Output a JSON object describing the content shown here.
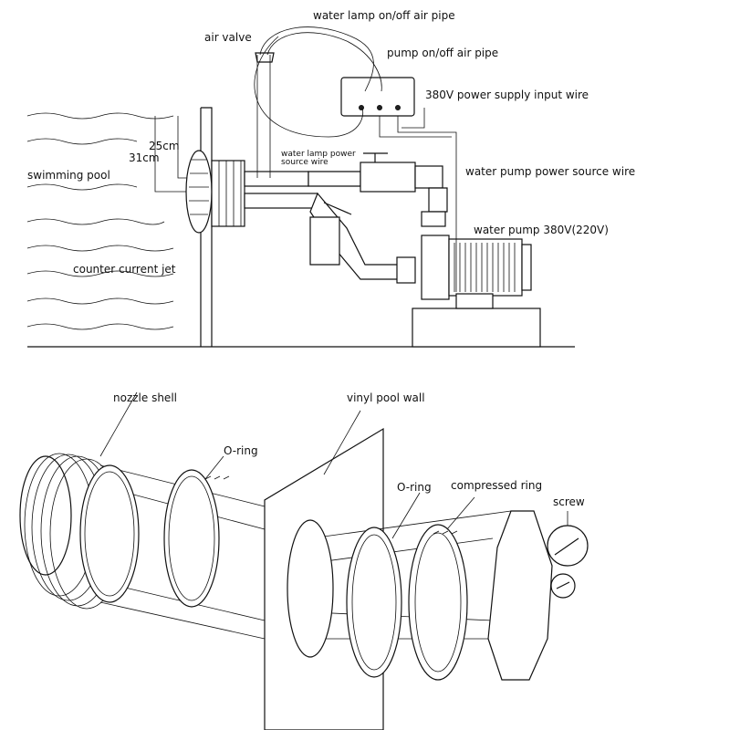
{
  "top_diagram": {
    "labels": {
      "water_lamp_air_pipe": "water lamp on/off air pipe",
      "air_valve": "air valve",
      "pump_air_pipe": "pump on/off air pipe",
      "power_input_wire": "380V power supply input wire",
      "dim_25": "25cm",
      "dim_31": "31cm",
      "water_lamp_power_wire": "water lamp power source wire",
      "pump_power_wire": "water pump power source wire",
      "swimming_pool": "swimming pool",
      "water_pump": "water pump 380V(220V)",
      "counter_current_jet": "counter current jet"
    }
  },
  "bottom_diagram": {
    "labels": {
      "nozzle_shell": "nozzle shell",
      "o_ring_left": "O-ring",
      "vinyl_pool_wall": "vinyl pool wall",
      "o_ring_right": "O-ring",
      "compressed_ring": "compressed ring",
      "screw": "screw"
    }
  }
}
